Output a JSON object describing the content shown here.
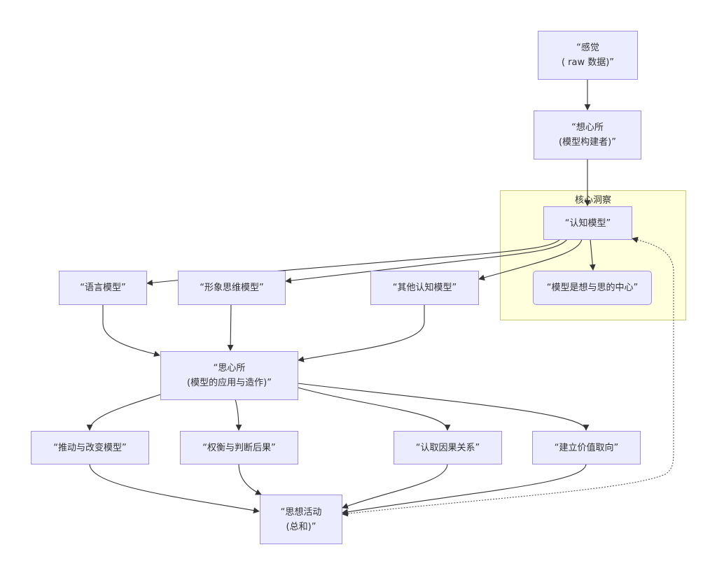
{
  "diagram": {
    "type": "flowchart",
    "subgraph": {
      "id": "core",
      "title": "核心洞察"
    },
    "nodes": {
      "sensation": {
        "label": "“感觉\n( raw 数据)”"
      },
      "xiang": {
        "label": "“想心所\n(模型构建者)”"
      },
      "cognitive_model": {
        "label": "“认知模型”"
      },
      "center": {
        "label": "“模型是想与思的中心”"
      },
      "language_model": {
        "label": "“语言模型”"
      },
      "imagery_model": {
        "label": "“形象思维模型”"
      },
      "other_model": {
        "label": "“其他认知模型”"
      },
      "si": {
        "label": "“思心所\n(模型的应用与造作)”"
      },
      "push_change": {
        "label": "“推动与改变模型”"
      },
      "weigh_judge": {
        "label": "“权衡与判断后果”"
      },
      "causality": {
        "label": "“认取因果关系”"
      },
      "values": {
        "label": "“建立价值取向”"
      },
      "thinking": {
        "label": "“思想活动\n(总和)”"
      }
    },
    "edges": [
      {
        "from": "sensation",
        "to": "xiang",
        "style": "solid"
      },
      {
        "from": "xiang",
        "to": "cognitive_model",
        "style": "solid"
      },
      {
        "from": "cognitive_model",
        "to": "language_model",
        "style": "solid"
      },
      {
        "from": "cognitive_model",
        "to": "imagery_model",
        "style": "solid"
      },
      {
        "from": "cognitive_model",
        "to": "other_model",
        "style": "solid"
      },
      {
        "from": "cognitive_model",
        "to": "center",
        "style": "solid"
      },
      {
        "from": "language_model",
        "to": "si",
        "style": "solid"
      },
      {
        "from": "imagery_model",
        "to": "si",
        "style": "solid"
      },
      {
        "from": "other_model",
        "to": "si",
        "style": "solid"
      },
      {
        "from": "si",
        "to": "push_change",
        "style": "solid"
      },
      {
        "from": "si",
        "to": "weigh_judge",
        "style": "solid"
      },
      {
        "from": "si",
        "to": "causality",
        "style": "solid"
      },
      {
        "from": "si",
        "to": "values",
        "style": "solid"
      },
      {
        "from": "push_change",
        "to": "thinking",
        "style": "solid"
      },
      {
        "from": "weigh_judge",
        "to": "thinking",
        "style": "solid"
      },
      {
        "from": "causality",
        "to": "thinking",
        "style": "solid"
      },
      {
        "from": "values",
        "to": "thinking",
        "style": "solid"
      },
      {
        "from": "thinking",
        "to": "cognitive_model",
        "style": "dotted",
        "bidirectional": true
      }
    ],
    "colors": {
      "node_fill": "#ececff",
      "node_border": "#a28ee0",
      "subgraph_fill": "#ffffde",
      "subgraph_border": "#c9c97a",
      "edge": "#333333",
      "text": "#333333"
    }
  }
}
